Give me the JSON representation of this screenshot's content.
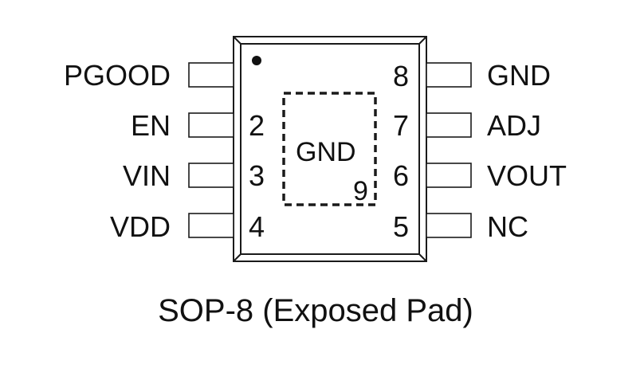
{
  "package": {
    "caption": "SOP-8 (Exposed Pad)",
    "exposed_pad": {
      "label": "GND",
      "number": "9"
    },
    "pins": [
      {
        "number": "1",
        "name": "PGOOD",
        "side": "left",
        "number_shown": false
      },
      {
        "number": "2",
        "name": "EN",
        "side": "left",
        "number_shown": true
      },
      {
        "number": "3",
        "name": "VIN",
        "side": "left",
        "number_shown": true
      },
      {
        "number": "4",
        "name": "VDD",
        "side": "left",
        "number_shown": true
      },
      {
        "number": "8",
        "name": "GND",
        "side": "right",
        "number_shown": true
      },
      {
        "number": "7",
        "name": "ADJ",
        "side": "right",
        "number_shown": true
      },
      {
        "number": "6",
        "name": "VOUT",
        "side": "right",
        "number_shown": true
      },
      {
        "number": "5",
        "name": "NC",
        "side": "right",
        "number_shown": true
      }
    ]
  }
}
